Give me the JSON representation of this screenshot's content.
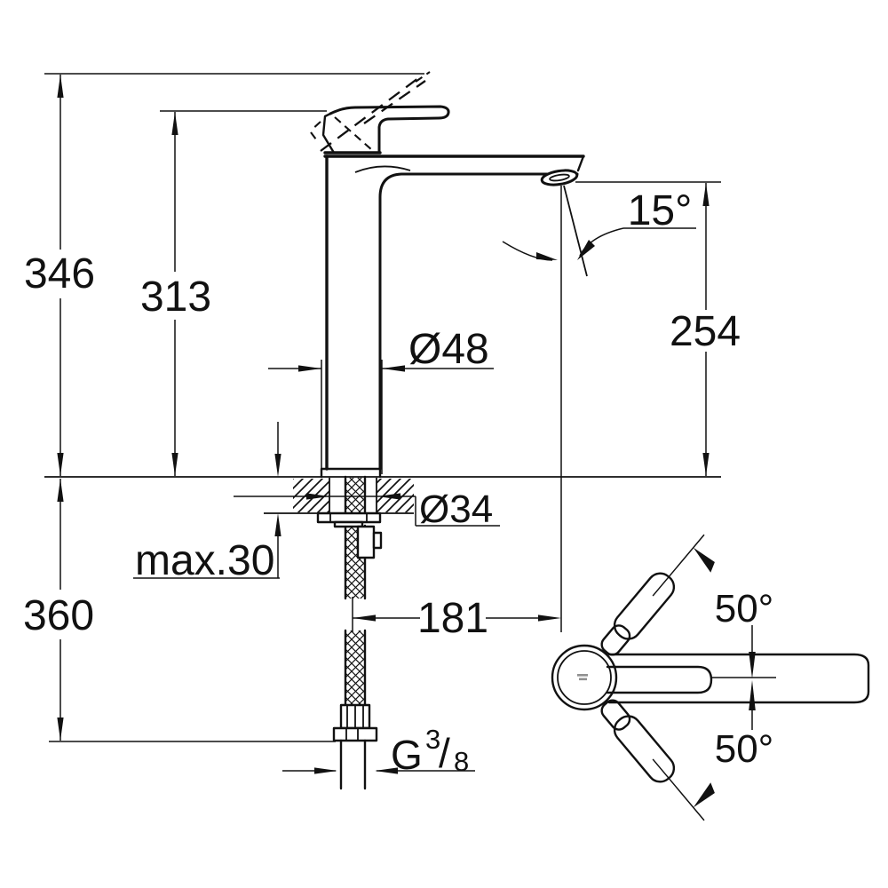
{
  "dims": {
    "total_height": "346",
    "lever_height": "313",
    "spout_angle": "15°",
    "outlet_height": "254",
    "body_diameter": "Ø48",
    "hole_diameter": "Ø34",
    "counter_thickness": "max.30",
    "below_counter_depth": "360",
    "spout_projection": "181",
    "handle_swing_upper": "50°",
    "handle_swing_lower": "50°"
  },
  "thread_label": {
    "prefix": "G",
    "numerator": "3",
    "slash": "/",
    "denominator": "8"
  },
  "colors": {
    "line": "#111111",
    "background": "#ffffff"
  }
}
